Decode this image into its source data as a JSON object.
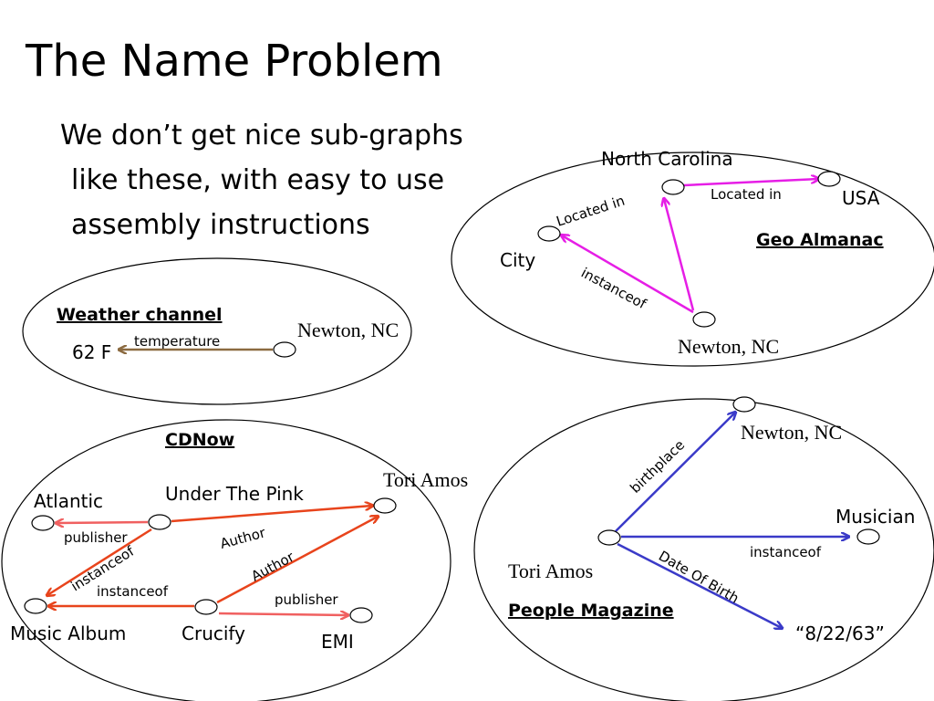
{
  "title": "The Name Problem",
  "intro_lines": [
    "We don’t get nice sub-graphs",
    "like these, with easy to use",
    "assembly instructions"
  ],
  "geo": {
    "source": "Geo Almanac",
    "nodes": {
      "north_carolina": "North Carolina",
      "usa": "USA",
      "city": "City",
      "newton": "Newton, NC"
    },
    "edges": {
      "located_in_1": "Located in",
      "located_in_2": "Located in",
      "instanceof": "instanceof"
    },
    "color": "#e61ee6"
  },
  "weather": {
    "source": "Weather channel",
    "nodes": {
      "newton": "Newton, NC",
      "temp_value": "62 F"
    },
    "edges": {
      "temperature": "temperature"
    },
    "color": "#8b6a40"
  },
  "cdnow": {
    "source": "CDNow",
    "nodes": {
      "atlantic": "Atlantic",
      "under_the_pink": "Under The Pink",
      "tori_amos": "Tori Amos",
      "music_album": "Music Album",
      "crucify": "Crucify",
      "emi": "EMI"
    },
    "edges": {
      "publisher_1": "publisher",
      "instanceof_1": "instanceof",
      "author_1": "Author",
      "instanceof_2": "instanceof",
      "author_2": "Author",
      "publisher_2": "publisher"
    },
    "colors": {
      "publisher": "#f06060",
      "main": "#e8441c"
    }
  },
  "people": {
    "source": "People Magazine",
    "nodes": {
      "newton": "Newton, NC",
      "musician": "Musician",
      "tori_amos": "Tori Amos",
      "dob_value": "“8/22/63”"
    },
    "edges": {
      "birthplace": "birthplace",
      "instanceof": "instanceof",
      "date_of_birth": "Date Of Birth"
    },
    "color": "#3a3ac8"
  }
}
